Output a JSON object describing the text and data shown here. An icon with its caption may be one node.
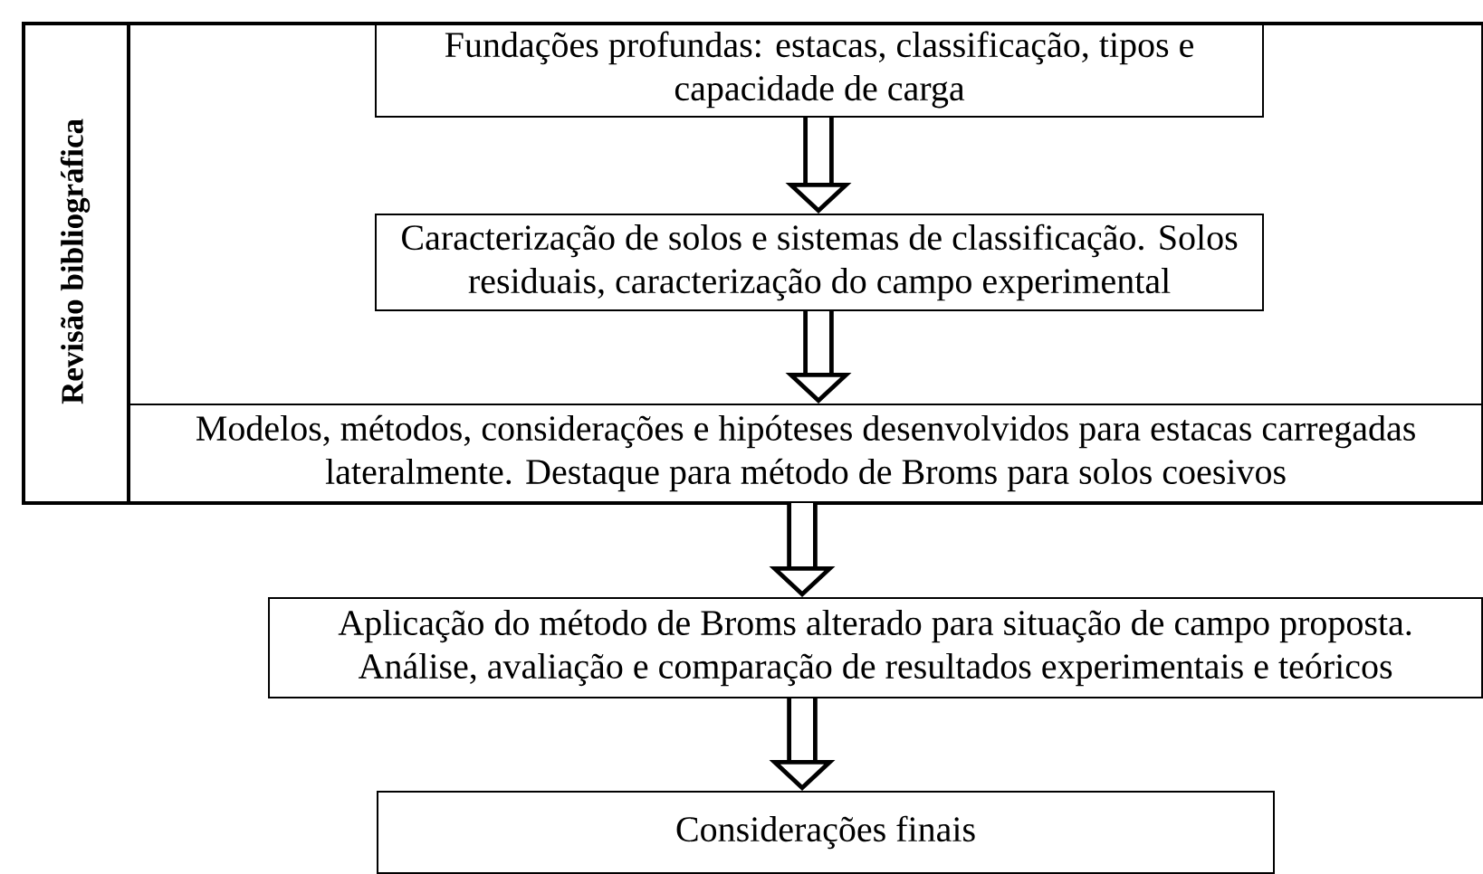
{
  "diagram": {
    "nodes": [
      {
        "text": [
          "Revisão bibliográfica"
        ]
      },
      {
        "text": [
          "Fundações profundas: estacas, classificação, tipos e capacidade de carga"
        ],
        "in": 0
      },
      {
        "text": [
          "Caracterização de solos e sistemas de classificação. Solos residuais, caracterização do campo experimental"
        ],
        "in": 0
      },
      {
        "text": [
          "Modelos, métodos, considerações e hipóteses desenvolvidos para estacas carregadas lateralmente. Destaque para método de Broms para solos coesivos"
        ],
        "in": 0
      },
      {
        "text": [
          "Aplicação do método de Broms alterado para situação de campo proposta. Análise, avaliação e comparação de resultados experimentais e teóricos"
        ]
      },
      {
        "text": [
          "Considerações finais"
        ]
      }
    ],
    "edges": [
      {
        "from": 1,
        "to": 2,
        "arrow": "to"
      },
      {
        "from": 2,
        "to": 3,
        "arrow": "to"
      },
      {
        "from": 3,
        "to": 4,
        "arrow": "to"
      },
      {
        "from": 4,
        "to": 5,
        "arrow": "to"
      }
    ]
  }
}
